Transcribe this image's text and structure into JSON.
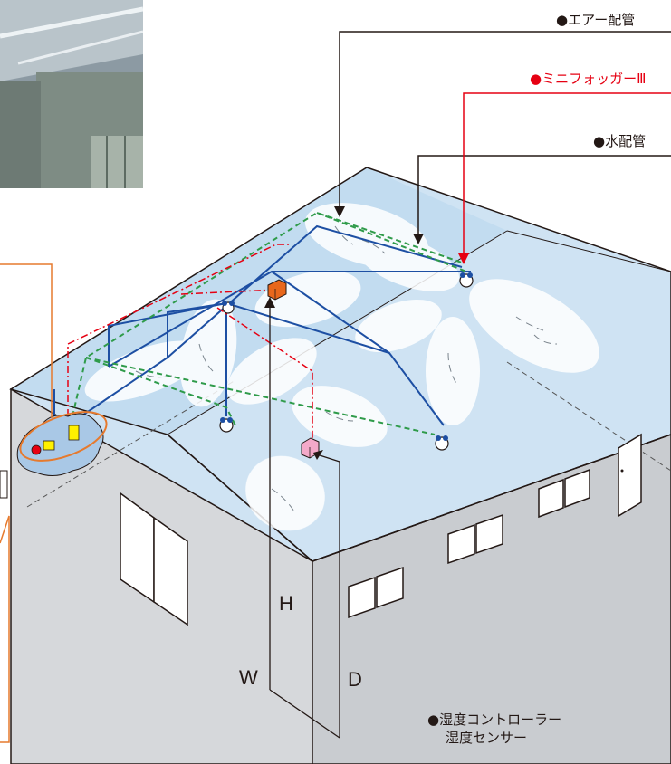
{
  "labels": {
    "air_pipe": "●エアー配管",
    "mini_fogger": "●ミニフォッガーⅢ",
    "water_pipe": "●水配管",
    "controller_line1": "●湿度コントローラー",
    "controller_line2": "湿度センサー"
  },
  "dimensions": {
    "height": "H",
    "width": "W",
    "depth": "D"
  },
  "colors": {
    "air_pipe": "#2f9b4a",
    "water_pipe": "#1d4fa3",
    "mini_fogger": "#e60012",
    "ceiling": "#cfe3f3",
    "wall": "#d7d9dc",
    "sensor": "#f3a9c9",
    "controller": "#e8671c",
    "panel_outline": "#e67a2e"
  }
}
